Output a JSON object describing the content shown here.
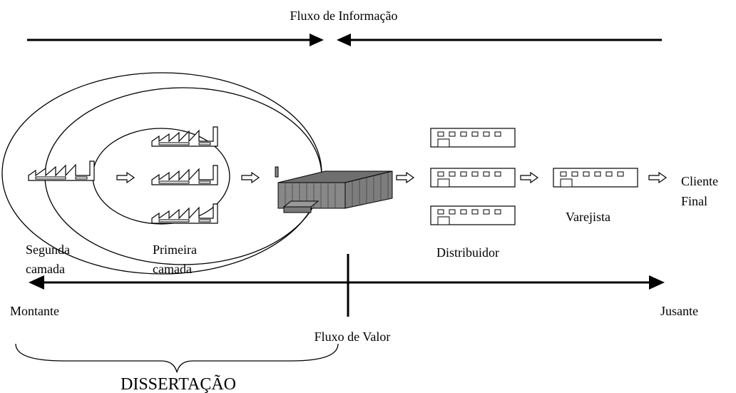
{
  "info_flow_label": "Fluxo de Informação",
  "value_flow_label": "Fluxo de Valor",
  "tiers": {
    "second": [
      "Segunda",
      "camada"
    ],
    "first": [
      "Primeira",
      "camada"
    ]
  },
  "distributor_label": "Distribuidor",
  "retailer_label": "Varejista",
  "final_customer": [
    "Cliente",
    "Final"
  ],
  "upstream_label": "Montante",
  "downstream_label": "Jusante",
  "scope_label": "DISSERTAÇÃO"
}
